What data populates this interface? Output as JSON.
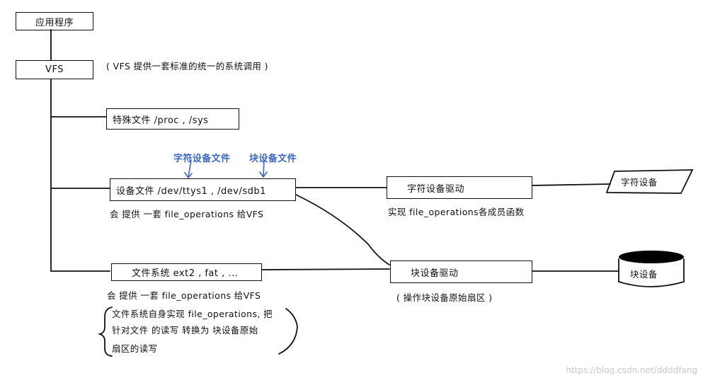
{
  "nodes": {
    "app": "应用程序",
    "vfs": "VFS",
    "special_files": "特殊文件 /proc , /sys",
    "device_files": "设备文件 /dev/ttys1 , /dev/sdb1",
    "filesystem": "文件系统 ext2 , fat , ...",
    "char_driver": "字符设备驱动",
    "block_driver": "块设备驱动",
    "char_device": "字符设备",
    "block_device": "块设备"
  },
  "annotations": {
    "vfs_note": "( VFS 提供一套标准的统一的系统调用 )",
    "char_device_file": "字符设备文件",
    "block_device_file": "块设备文件",
    "device_provides": "会 提供 一套 file_operations 给VFS",
    "fs_provides": "会 提供 一套 file_operations 给VFS",
    "char_driver_note": "实现 file_operations各成员函数",
    "block_driver_note": "( 操作块设备原始扇区 )",
    "fs_note_line1": "文件系统自身实现 file_operations, 把",
    "fs_note_line2": "针对文件 的读写 转换为 块设备原始",
    "fs_note_line3": "扇区的读写"
  },
  "watermark": "https://blog.csdn.net/ddddfang",
  "colors": {
    "ink": "#111111",
    "annotation_blue": "#3b66c4",
    "watermark": "#c9c9c9"
  }
}
